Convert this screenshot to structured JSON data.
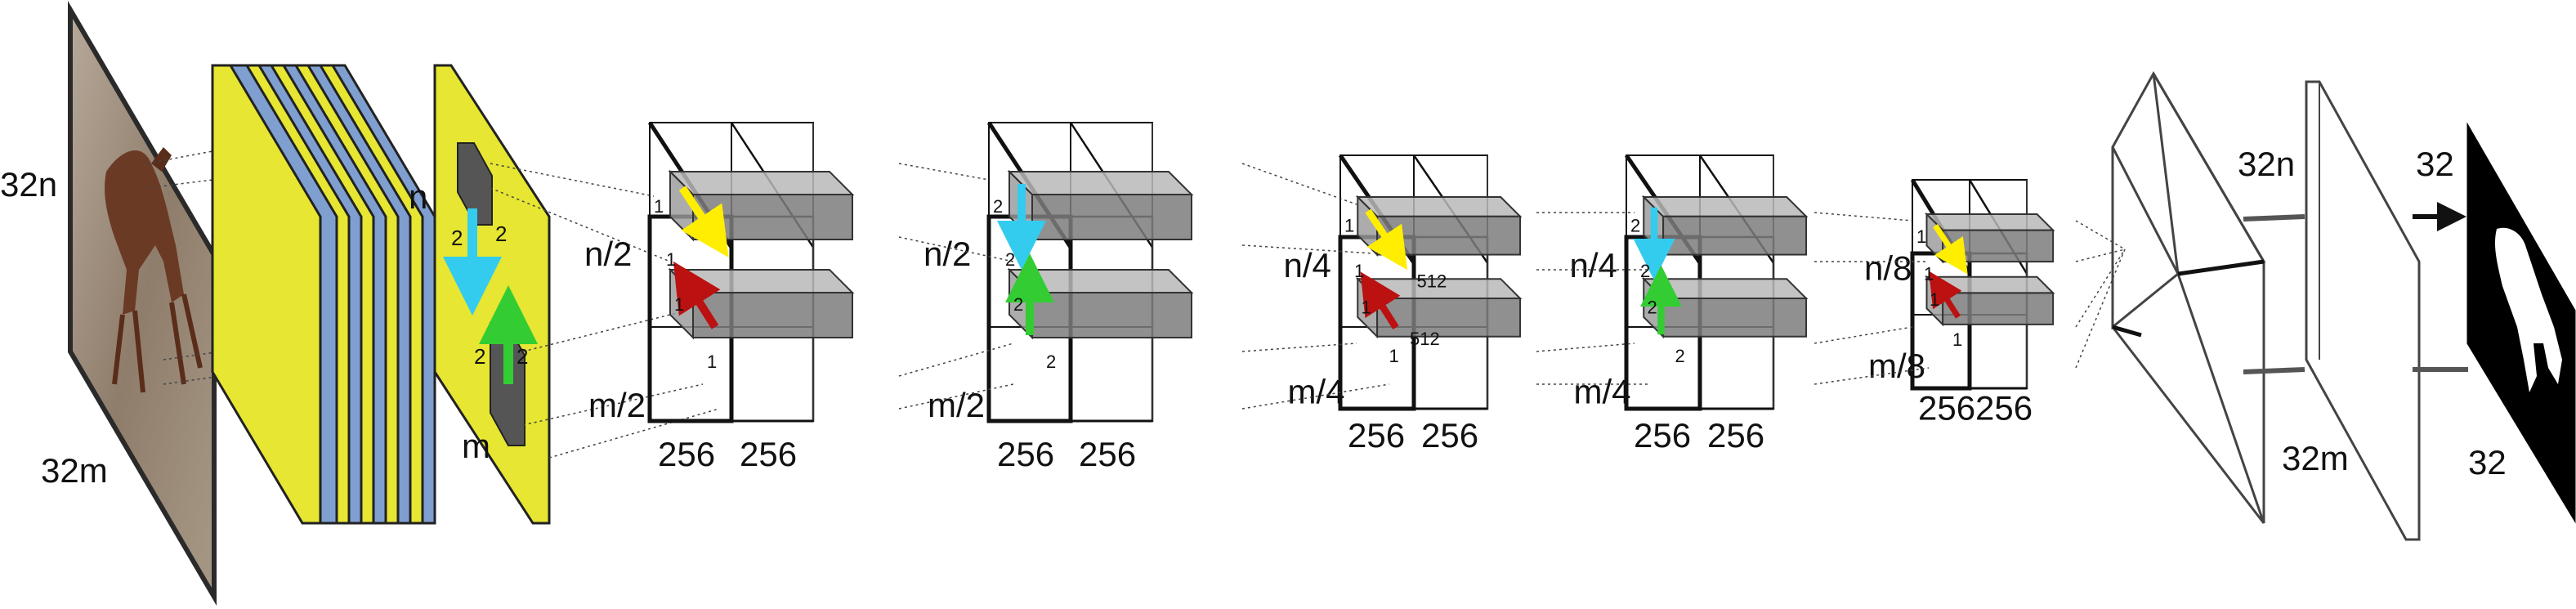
{
  "input": {
    "height_label": "32n",
    "width_label": "32m"
  },
  "feature_map": {
    "height_label": "n",
    "width_label": "m",
    "kernel_top": "2",
    "kernel_bottom": "2"
  },
  "blocks": [
    {
      "h_label": "n/2",
      "w_label": "m/2",
      "c1": "256",
      "c2": "256",
      "k_top": "1",
      "k_top2": "1",
      "k_bot": "1",
      "k_bot2": "1",
      "extra": ""
    },
    {
      "h_label": "n/2",
      "w_label": "m/2",
      "c1": "256",
      "c2": "256",
      "k_top": "2",
      "k_top2": "2",
      "k_bot": "2",
      "k_bot2": "2",
      "extra": ""
    },
    {
      "h_label": "n/4",
      "w_label": "m/4",
      "c1": "256",
      "c2": "256",
      "k_top": "1",
      "k_top2": "1",
      "k_bot": "1",
      "k_bot2": "1",
      "extra": "512",
      "extra2": "512"
    },
    {
      "h_label": "n/4",
      "w_label": "m/4",
      "c1": "256",
      "c2": "256",
      "k_top": "2",
      "k_top2": "2",
      "k_bot": "2",
      "k_bot2": "2",
      "extra": ""
    },
    {
      "h_label": "n/8",
      "w_label": "m/8",
      "c1": "256",
      "c2": "256",
      "k_top": "1",
      "k_top2": "1",
      "k_bot": "1",
      "k_bot2": "1",
      "extra": ""
    }
  ],
  "output_layer": {
    "height_label": "32n",
    "width_label": "32m"
  },
  "output_mask": {
    "height_label": "32",
    "width_label": "32"
  },
  "colors": {
    "feature_yellow": "#e6e633",
    "feature_blue": "#7f9fd0",
    "arrow_yellow": "#ffee00",
    "arrow_cyan": "#33ccee",
    "arrow_green": "#33cc33",
    "arrow_red": "#bb1111"
  }
}
